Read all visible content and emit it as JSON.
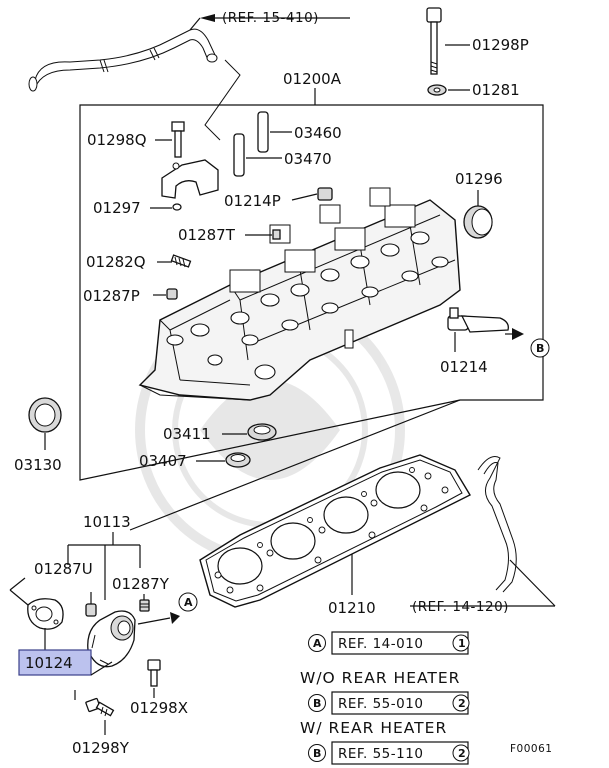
{
  "callouts": {
    "p01200A": "01200A",
    "p01298P": "01298P",
    "p01281": "01281",
    "p01298Q": "01298Q",
    "p03460": "03460",
    "p03470": "03470",
    "p01296": "01296",
    "p01297": "01297",
    "p01214P": "01214P",
    "p01287T": "01287T",
    "p01282Q": "01282Q",
    "p01287P": "01287P",
    "p01214": "01214",
    "p03411": "03411",
    "p03407": "03407",
    "p03130": "03130",
    "p10113": "10113",
    "p01287U": "01287U",
    "p01287Y": "01287Y",
    "p10124": "10124",
    "p01210": "01210",
    "p01298X": "01298X",
    "p01298Y": "01298Y"
  },
  "refs": {
    "top": "(REF. 15-410)",
    "right": "(REF. 14-120)"
  },
  "markers": {
    "a": "A",
    "b": "B"
  },
  "legend": {
    "row_a_ref": "REF. 14-010",
    "row_a_num": "1",
    "no_heater": "W/O  REAR HEATER",
    "row_b1_ref": "REF. 55-010",
    "row_b1_num": "2",
    "with_heater": "W/   REAR HEATER",
    "row_b2_ref": "REF. 55-110",
    "row_b2_num": "2"
  },
  "figure_id": "F00061",
  "highlight_color": "#bcc2ee"
}
